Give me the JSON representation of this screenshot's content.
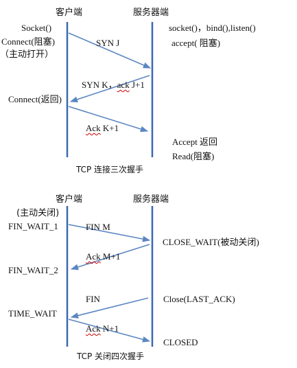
{
  "handshake": {
    "client_header": "客户端",
    "server_header": "服务器端",
    "client_labels": [
      "Socket()",
      "Connect(阻塞)",
      "（主动打开）",
      "Connect(返回)"
    ],
    "server_labels": [
      "socket()，bind(),listen()",
      "accept(  阻塞)",
      "Accept 返回",
      "Read(阻塞)"
    ],
    "msg_syn": "SYN    J",
    "msg_synack_a": "SYN K，",
    "msg_synack_b": "ack",
    "msg_synack_c": " J+1",
    "msg_ack_a": "Ack",
    "msg_ack_b": " K+1",
    "caption": "TCP  连接三次握手"
  },
  "teardown": {
    "client_header": "客户端",
    "server_header": "服务器端",
    "client_labels": [
      "(主动关闭)",
      "FIN_WAIT_1",
      "FIN_WAIT_2",
      "TIME_WAIT"
    ],
    "server_labels": [
      "CLOSE_WAIT(被动关闭)",
      "Close(LAST_ACK)",
      "CLOSED"
    ],
    "msg_fin1": "FIN     M",
    "msg_ack1_a": "Ack",
    "msg_ack1_b": "    M+1",
    "msg_fin2": "FIN",
    "msg_ack2_a": "Ack",
    "msg_ack2_b": " N+1",
    "caption": "TCP  关闭四次握手"
  },
  "colors": {
    "arrow": "#5b86c2",
    "timeline": "#3a67b0",
    "squiggle": "#d00000"
  }
}
